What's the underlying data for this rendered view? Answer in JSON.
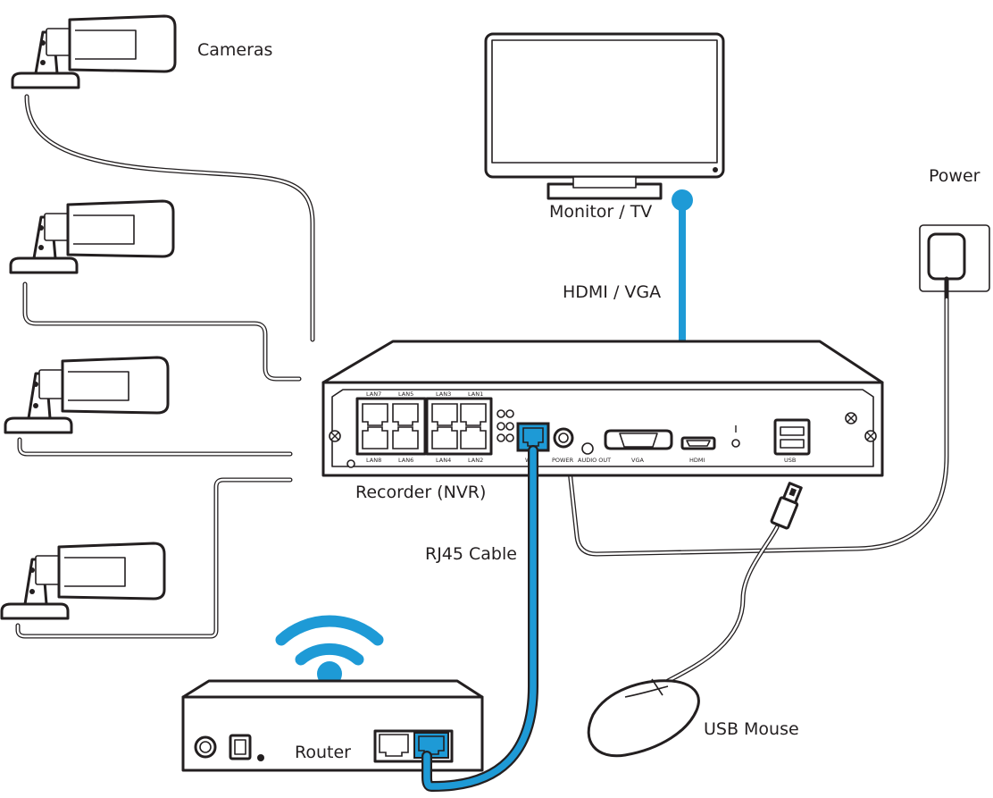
{
  "labels": {
    "cameras": "Cameras",
    "monitor": "Monitor / TV",
    "power": "Power",
    "hdmi_vga": "HDMI / VGA",
    "recorder": "Recorder (NVR)",
    "rj45": "RJ45 Cable",
    "router": "Router",
    "usb_mouse": "USB Mouse"
  },
  "ports": {
    "lan7": "LAN7",
    "lan5": "LAN5",
    "lan3": "LAN3",
    "lan1": "LAN1",
    "lan8": "LAN8",
    "lan6": "LAN6",
    "lan4": "LAN4",
    "lan2": "LAN2",
    "wan": "WAN",
    "power": "POWER",
    "audio_out": "AUDIO OUT",
    "vga": "VGA",
    "hdmi": "HDMI",
    "usb": "USB"
  },
  "colors": {
    "accent": "#1e9ad6",
    "line": "#231f20"
  }
}
